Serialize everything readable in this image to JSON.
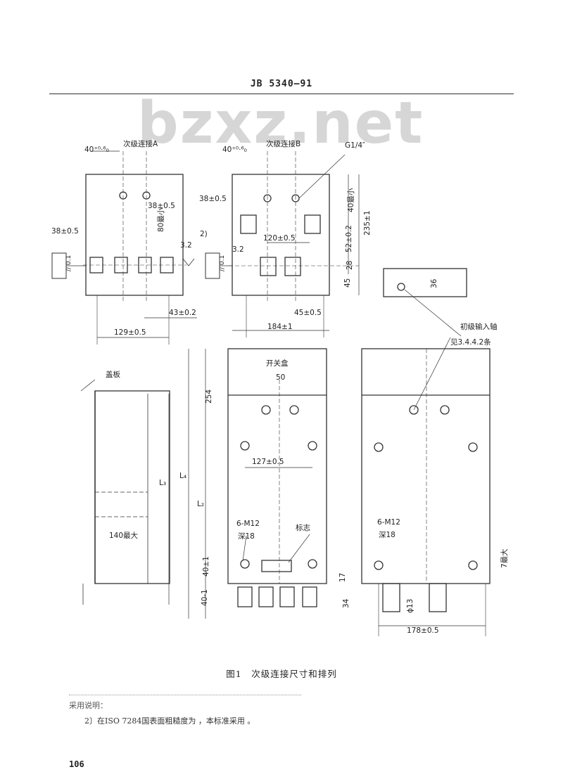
{
  "header": {
    "standard_no": "JB 5340—91"
  },
  "watermark": {
    "text": "bzxz.net"
  },
  "drawing": {
    "view_a": {
      "title": "次级连接A",
      "tol_top": "40⁺⁰·⁶₀",
      "dims": [
        "38±0.5",
        "38±0.5",
        "80最小",
        "43±0.2",
        "129±0.5"
      ],
      "roughness": "3.2",
      "note_ref": "2)",
      "parallel": "// 0.1"
    },
    "view_b": {
      "title": "次级连接B",
      "tol_top": "40⁺⁰·⁶₀",
      "thread": "G1/4″",
      "dims": [
        "38±0.5",
        "120±0.5",
        "40最小",
        "52±0.2",
        "28",
        "45",
        "235±1",
        "45±0.5",
        "184±1"
      ],
      "roughness": "3.2",
      "parallel": "// 0.1"
    },
    "input_shaft": {
      "dim": "36",
      "label": "初级输入轴",
      "ref": "见3.4.4.2条"
    },
    "side_view": {
      "cover_label": "盖板",
      "dims": [
        "L₃",
        "140最大"
      ]
    },
    "front_view": {
      "box_label": "开关盒",
      "dims": [
        "50",
        "254",
        "127±0.5",
        "L₄",
        "L₂",
        "6-M12",
        "深18",
        "40±1",
        "40-1",
        "17",
        "34"
      ],
      "nameplate": "标志"
    },
    "rear_view": {
      "dims": [
        "6-M12",
        "深18",
        "7最大",
        "ϕ13",
        "178±0.5"
      ]
    }
  },
  "caption": "图1　次级连接尺寸和排列",
  "footnote": {
    "title": "采用说明：",
    "text": "2〕在ISO 7284国表面粗糙度为 ，本标准采用 。"
  },
  "page_number": "106"
}
